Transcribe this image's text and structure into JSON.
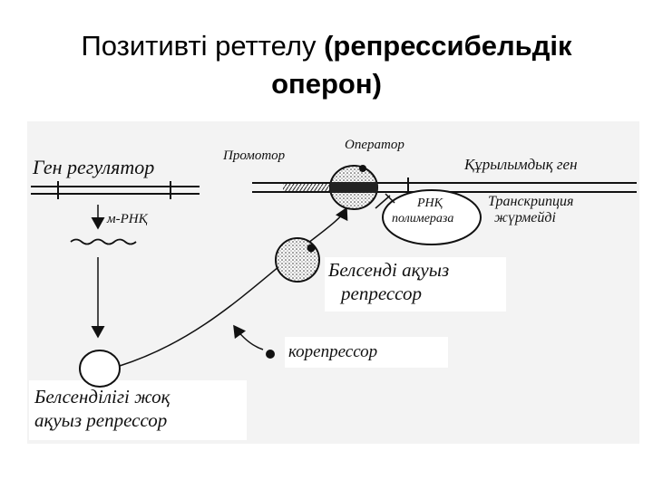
{
  "slide": {
    "title_plain": "Позитивті реттелу ",
    "title_bold_1": "(репрессибельдік",
    "title_bold_2": "оперон)"
  },
  "diagram": {
    "gene_regulator": "Ген регулятор",
    "mrna": "м-РНҚ",
    "promoter": "Промотор",
    "operator": "Оператор",
    "structural_gene": "Құрылымдық ген",
    "rna_polymerase_1": "РНҚ",
    "rna_polymerase_2": "полимераза",
    "transcription_1": "Транскрипция",
    "transcription_2": "жүрмейді",
    "active_repressor_1": "Белсенді ақуыз",
    "active_repressor_2": "репрессор",
    "corepressor": "корепрессор",
    "inactive_repressor_1": "Белсенділігі жоқ",
    "inactive_repressor_2": "ақуыз репрессор"
  }
}
